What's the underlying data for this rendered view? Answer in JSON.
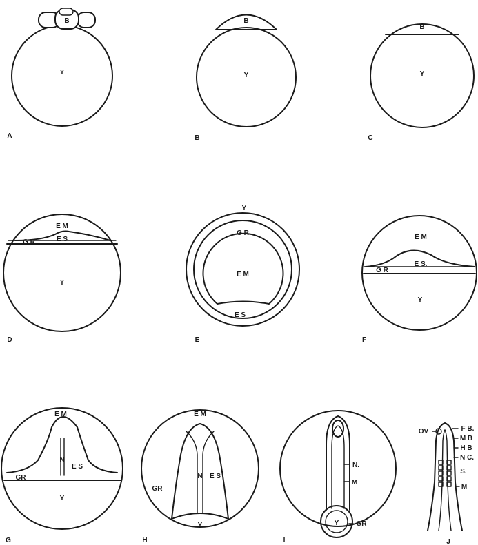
{
  "panels": {
    "A": {
      "letter": "A",
      "blastoderm": "B",
      "yolk": "Y"
    },
    "B": {
      "letter": "B",
      "blastoderm": "B",
      "yolk": "Y"
    },
    "C": {
      "letter": "C",
      "blastoderm": "B",
      "yolk": "Y"
    },
    "D": {
      "letter": "D",
      "em": "E M",
      "es": "E S",
      "gr": "G R",
      "yolk": "Y"
    },
    "E": {
      "letter": "E",
      "yolk": "Y",
      "gr": "G R",
      "em": "E M",
      "es": "E S"
    },
    "F": {
      "letter": "F",
      "em": "E M",
      "es": "E S.",
      "gr": "G R",
      "yolk": "Y"
    },
    "G": {
      "letter": "G",
      "em": "E M",
      "n": "N",
      "es": "E S",
      "gr": "GR",
      "yolk": "Y"
    },
    "H": {
      "letter": "H",
      "em": "E M",
      "n": "N",
      "es": "E S",
      "gr": "GR",
      "yolk": "Y"
    },
    "I": {
      "letter": "I",
      "n": "N.",
      "m": "M",
      "yolk": "Y",
      "gr": "GR"
    },
    "J": {
      "letter": "J",
      "ov": "OV",
      "fb": "F B.",
      "mb": "M B",
      "hb": "H B",
      "nc": "N C.",
      "s": "S.",
      "m": "M"
    }
  }
}
